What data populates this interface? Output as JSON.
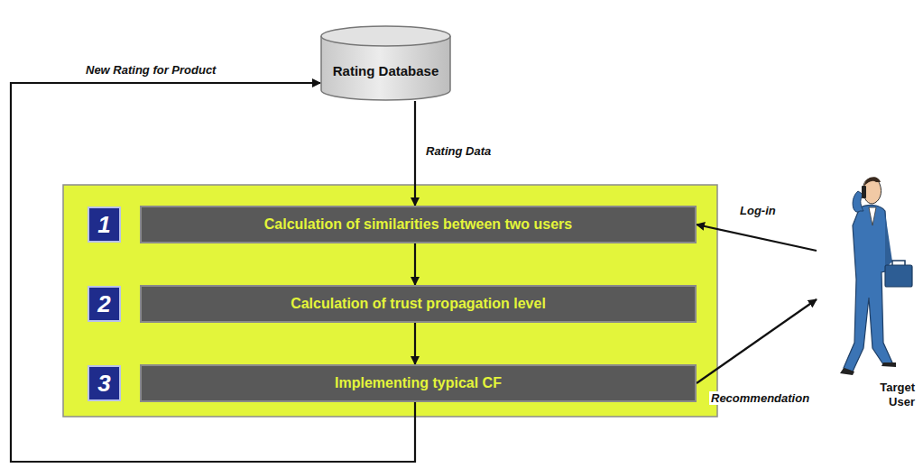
{
  "diagram": {
    "nodes": [
      {
        "text": [
          "Rating Database"
        ]
      },
      {
        "text": [
          "Calculation of similarities between two users"
        ]
      },
      {
        "text": [
          "Calculation of trust propagation level"
        ]
      },
      {
        "text": [
          "Implementing typical CF"
        ]
      },
      {
        "text": [
          "Target User"
        ]
      }
    ],
    "edges": [
      {
        "from": 0,
        "to": 1,
        "label": "Rating Data",
        "arrow": "to"
      },
      {
        "from": 1,
        "to": 2,
        "arrow": "to"
      },
      {
        "from": 2,
        "to": 3,
        "arrow": "to"
      },
      {
        "from": 4,
        "to": 1,
        "label": "Log-in",
        "arrow": "to"
      },
      {
        "from": 3,
        "to": 4,
        "label": "Recommendation",
        "arrow": "to"
      },
      {
        "from": 3,
        "to": 0,
        "label": "New Rating for Product",
        "arrow": "to"
      }
    ],
    "labels": [
      "1",
      "2",
      "3"
    ]
  }
}
